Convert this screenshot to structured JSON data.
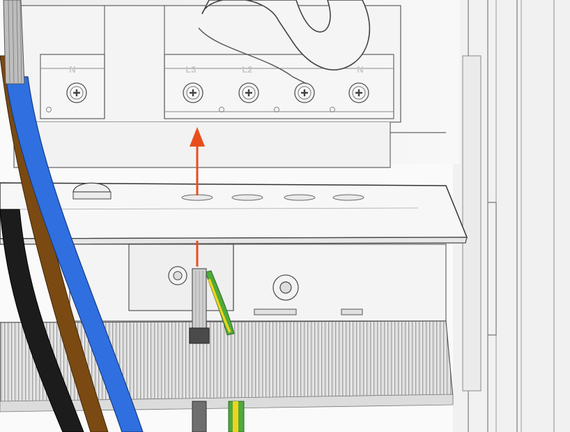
{
  "terminal_labels": {
    "n_left": "N",
    "l3": "L3",
    "l2": "L2",
    "n_right": "N"
  },
  "colors": {
    "arrow": "#e84e1b",
    "cable_blue": "#2f6fe0",
    "cable_brown": "#7a4a12",
    "cable_black": "#1c1c1c",
    "cable_grey": "#6e6e6e",
    "earth_green": "#4faa3c",
    "earth_yellow": "#f2d31b",
    "line": "#555555",
    "panel": "#f3f3f3"
  },
  "icons": {
    "screw": "phillips-screw-icon",
    "torx_screw": "torx-screw-icon",
    "direction_arrow": "arrow-up-icon"
  }
}
